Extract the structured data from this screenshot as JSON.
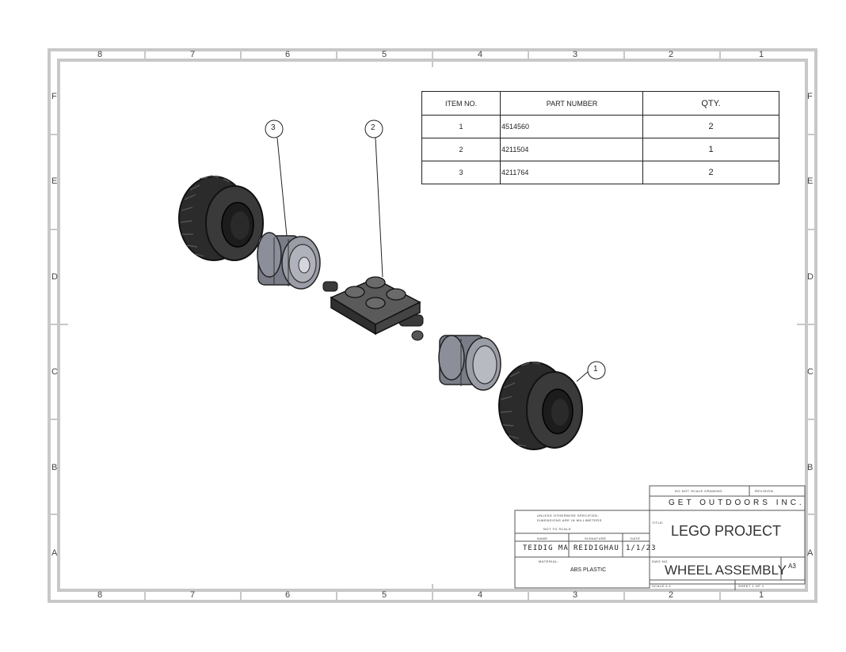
{
  "zones": {
    "columns": [
      "8",
      "7",
      "6",
      "5",
      "4",
      "3",
      "2",
      "1"
    ],
    "rows": [
      "F",
      "E",
      "D",
      "C",
      "B",
      "A"
    ]
  },
  "bom": {
    "headers": {
      "item": "ITEM NO.",
      "part": "PART NUMBER",
      "qty": "QTY."
    },
    "rows": [
      {
        "item": "1",
        "part": "4514560",
        "qty": "2"
      },
      {
        "item": "2",
        "part": "4211504",
        "qty": "1"
      },
      {
        "item": "3",
        "part": "4211764",
        "qty": "2"
      }
    ]
  },
  "balloons": [
    {
      "number": "3"
    },
    {
      "number": "2"
    },
    {
      "number": "1"
    }
  ],
  "title_block": {
    "do_not_scale": "DO NOT SCALE DRAWING",
    "revision_label": "REVISION",
    "company": "GET OUTDOORS INC.",
    "title_label": "TITLE:",
    "title": "LEGO PROJECT",
    "dims_note_1": "UNLESS OTHERWISE SPECIFIED:",
    "dims_note_2": "DIMENSIONS ARE IN MILLIMETERS",
    "dims_note_3": "NOT TO SCALE",
    "name_label": "NAME",
    "signature_label": "SIGNATURE",
    "date_label": "DATE",
    "name_value": "TEIDIG MA",
    "signature_value": "REIDIGHAU",
    "date_value": "1/1/23",
    "material_label": "MATERIAL:",
    "material": "ABS PLASTIC",
    "dwg_label": "DWG NO.",
    "dwg_title": "WHEEL ASSEMBLY",
    "size": "A3",
    "scale_label": "SCALE:1:1",
    "sheet_label": "SHEET 1 OF 1"
  }
}
